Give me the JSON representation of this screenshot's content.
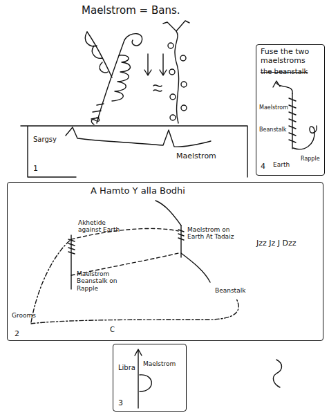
{
  "diagram": {
    "title": "Maelstrom = Bans.",
    "nodes": [
      {
        "text": [
          "Sargsy",
          "Maelstrom",
          "1"
        ]
      },
      {
        "text": [
          "Fuse the two maelstroms",
          "the beanstalk",
          "Maelstrom",
          "Beanstalk",
          "Earth",
          "Rapple",
          "4"
        ]
      },
      {
        "text": [
          "A Hamto Y alla Bodhi",
          "Akhetide against Earth",
          "Maelstrom Beanstalk on Rapple",
          "Maelstrom on Earth At Tadaiz",
          "Jzz Jz J Dzz",
          "Beanstalk",
          "Grooms",
          "C",
          "2"
        ]
      },
      {
        "text": [
          "Libra",
          "Maelstrom",
          "3"
        ]
      }
    ]
  }
}
